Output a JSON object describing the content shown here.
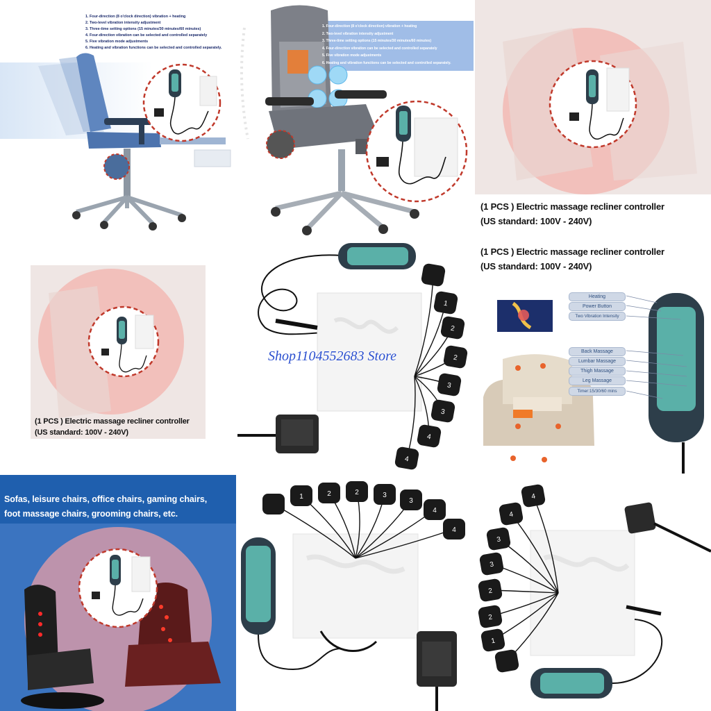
{
  "features": [
    "1. Four-direction (8 o'clock direction) vibration + heating",
    "2. Two-level vibration intensity adjustment",
    "3. Three-time setting options (15 minutes/30 minutes/60 minutes)",
    "4. Four-direction vibration can be selected and controlled separately",
    "5. Five vibration mode adjustments",
    "6. Heating and vibration functions can be selected and controlled separately."
  ],
  "caption": {
    "line1": "(1 PCS ) Electric massage recliner controller",
    "line2": "(US standard: 100V - 240V)"
  },
  "watermark": "Shop1104552683 Store",
  "controller_labels": [
    "Heating",
    "Power Button",
    "Two Vibration Intensity",
    "Back Massage",
    "Lumbar Massage",
    "Thigh Massage",
    "Leg Massage",
    "Timer:15/30/60 mins"
  ],
  "applications": {
    "line1": "Sofas, leisure chairs, office chairs, gaming chairs,",
    "line2": "foot massage chairs, grooming chairs, etc."
  },
  "motor_numbers": [
    "1",
    "1",
    "2",
    "2",
    "3",
    "3",
    "4",
    "4"
  ],
  "colors": {
    "accent_blue": "#1f5fae",
    "dashed_circle": "#c0392b",
    "controller_body": "#2d3e4a",
    "controller_panel": "#5ab0a8",
    "motor_black": "#1a1a1a"
  }
}
